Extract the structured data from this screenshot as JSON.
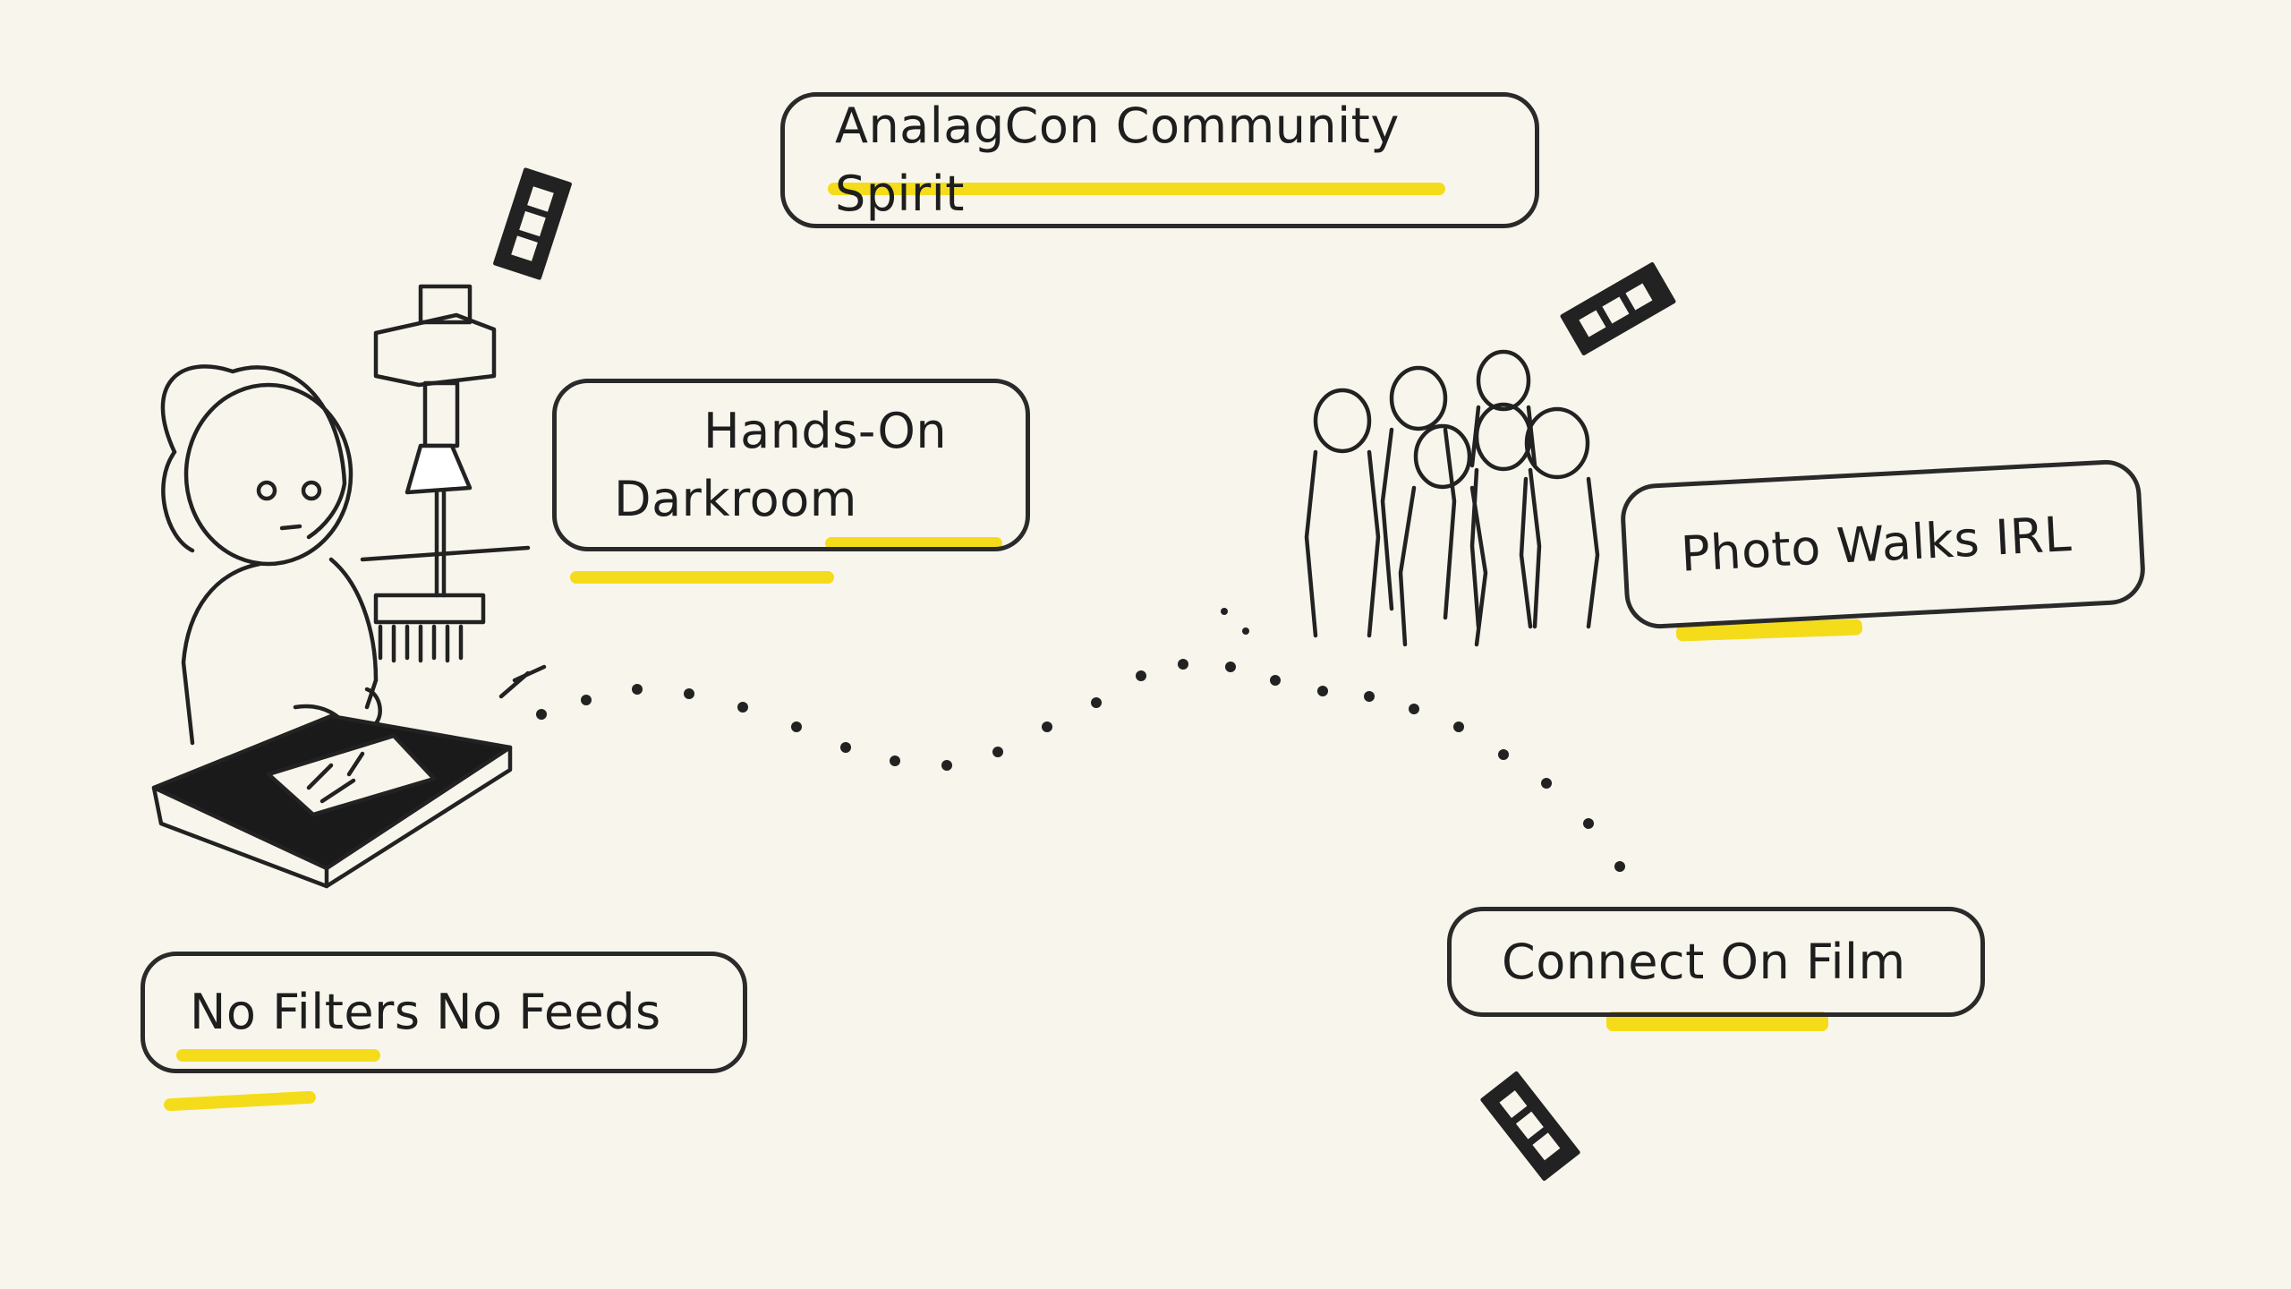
{
  "labels": {
    "title": "AnalagCon Community Spirit",
    "darkroom_line1": "Hands-On",
    "darkroom_line2": "Darkroom",
    "photo_walks": "Photo Walks IRL",
    "connect": "Connect On Film",
    "no_filters": "No Filters No Feeds"
  },
  "colors": {
    "highlight": "#f5dc1a",
    "ink": "#222222",
    "paper": "#f8f6ec"
  },
  "icons": [
    "film-strip-icon",
    "enlarger-icon",
    "developing-tray-icon",
    "person-icon",
    "group-of-people-icon"
  ]
}
